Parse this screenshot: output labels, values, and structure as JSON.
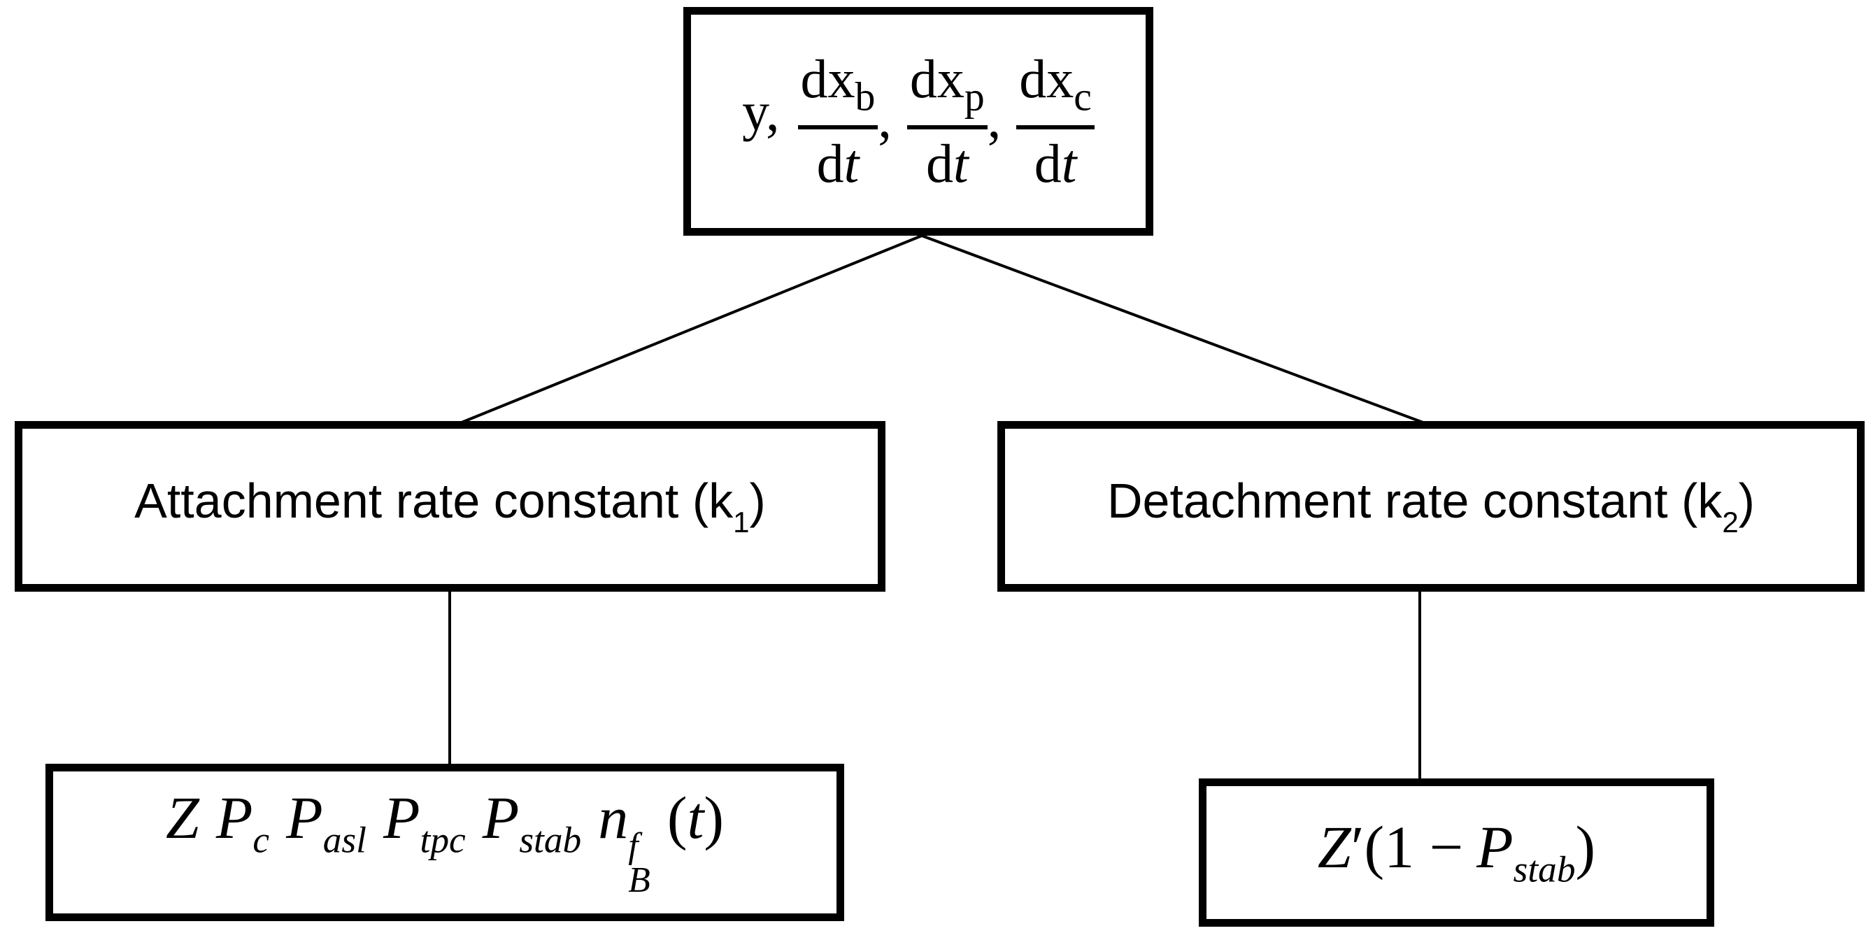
{
  "colors": {
    "background": "#ffffff",
    "box_border": "#000000",
    "connector": "#000000",
    "text": "#000000"
  },
  "root_node": {
    "prefix": "y,",
    "fractions": [
      {
        "num": "dx",
        "num_sub": "b",
        "den": "d",
        "den_var": "t",
        "sep": ","
      },
      {
        "num": "dx",
        "num_sub": "p",
        "den": "d",
        "den_var": "t",
        "sep": ","
      },
      {
        "num": "dx",
        "num_sub": "c",
        "den": "d",
        "den_var": "t",
        "sep": ""
      }
    ]
  },
  "attachment_node": {
    "text": "Attachment rate constant (k",
    "sub": "1",
    "close": ")"
  },
  "detachment_node": {
    "text": "Detachment rate constant (k",
    "sub": "2",
    "close": ")"
  },
  "k1_formula": {
    "tokens": [
      {
        "base": "Z"
      },
      {
        "base": "P",
        "sub": "c"
      },
      {
        "base": "P",
        "sub": "asl"
      },
      {
        "base": "P",
        "sub": "tpc"
      },
      {
        "base": "P",
        "sub": "stab"
      },
      {
        "base": "n",
        "sup": "f",
        "sub": "B"
      },
      {
        "open": "(",
        "base": "t",
        "close": ")"
      }
    ]
  },
  "k2_formula": {
    "z": "Z",
    "prime": "′",
    "open": "(1 −",
    "p": "P",
    "sub": "stab",
    "close": ")"
  }
}
